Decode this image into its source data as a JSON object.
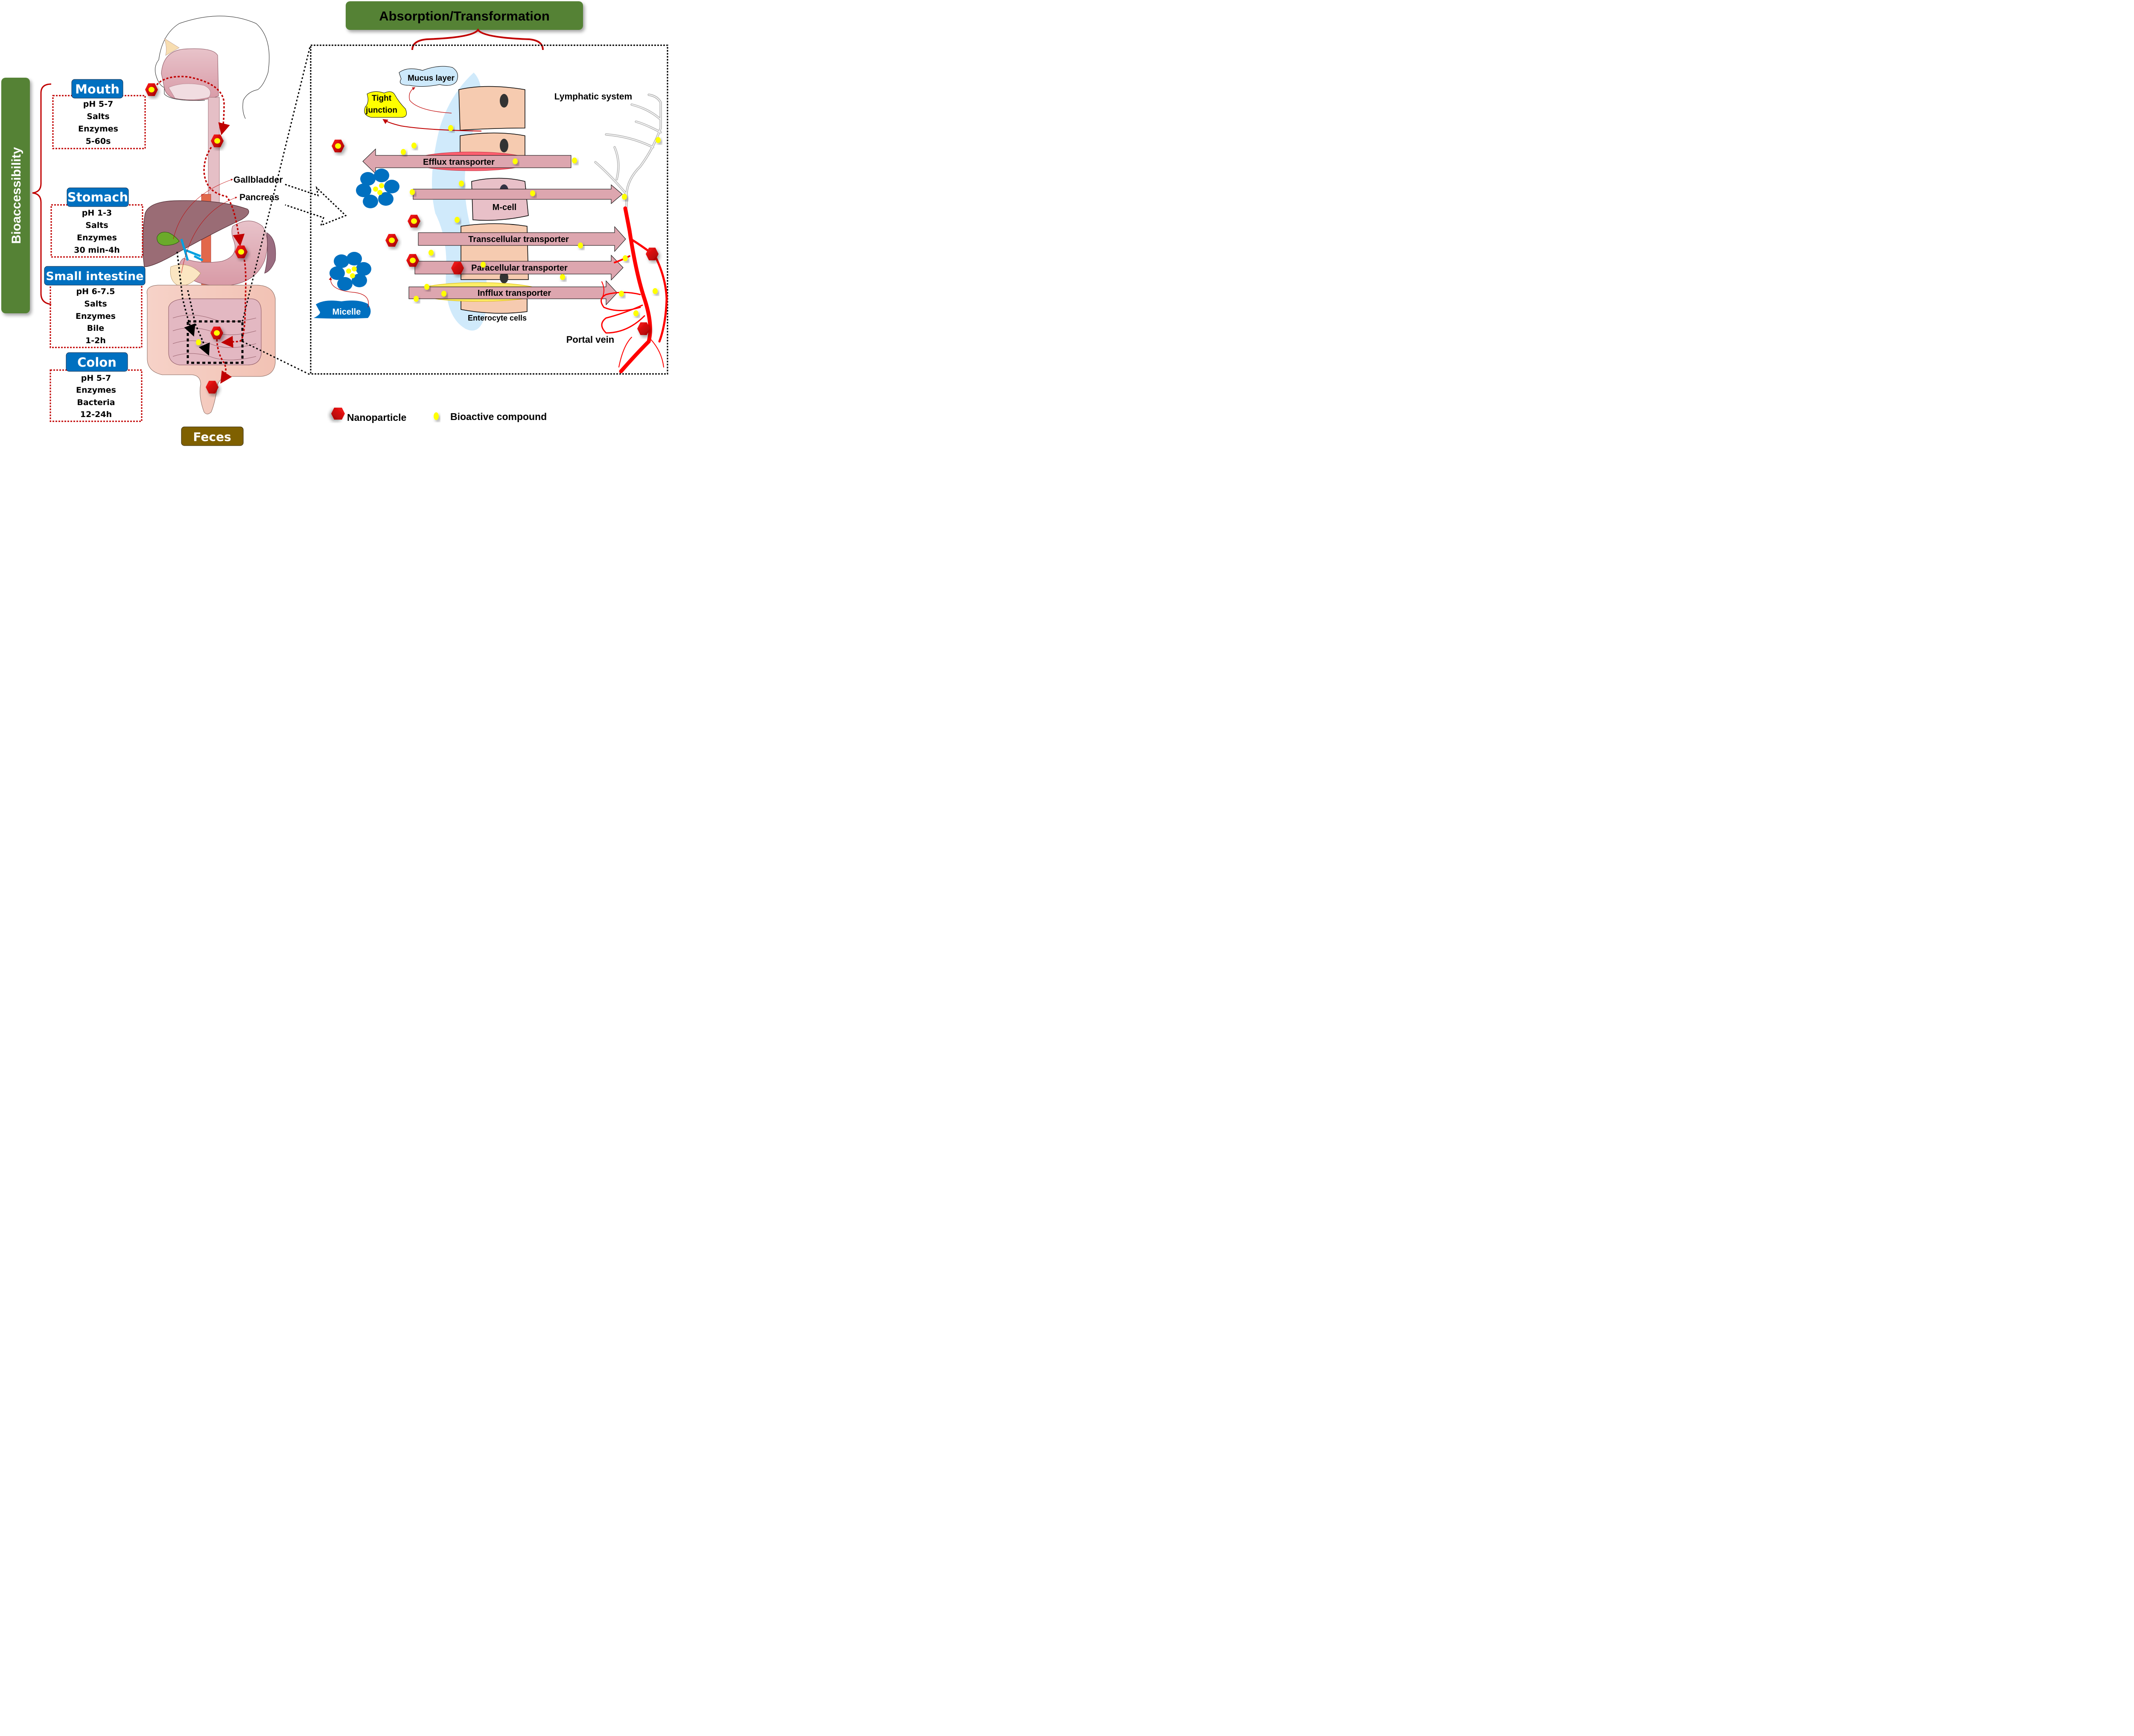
{
  "figure": {
    "left_header": "Bioaccessibility",
    "right_header": "Absorption/Transformation",
    "colors": {
      "header_green": "#548235",
      "stage_blue": "#0070C0",
      "feces_brown": "#7F6000",
      "brace_red": "#C00000",
      "arrow_pink": "#DDA6AF",
      "nanoparticle_red": "#E00000",
      "bioactive_yellow": "#FFFF00",
      "mucus_blue": "#CDE9FB",
      "tight_junction_yellow": "#FFFF00",
      "micelle_blue": "#0070C0",
      "enterocyte": "#F6CBB0",
      "vessel_red": "#FF0000"
    }
  },
  "stages": [
    {
      "name": "Mouth",
      "conditions": [
        "pH 5-7",
        "Salts",
        "Enzymes",
        "5-60s"
      ]
    },
    {
      "name": "Stomach",
      "conditions": [
        "pH 1-3",
        "Salts",
        "Enzymes",
        "30 min-4h"
      ]
    },
    {
      "name": "Small intestine",
      "conditions": [
        "pH 6-7.5",
        "Salts",
        "Enzymes",
        "Bile",
        "1-2h"
      ]
    },
    {
      "name": "Colon",
      "conditions": [
        "pH 5-7",
        "Enzymes",
        "Bacteria",
        "12-24h"
      ]
    }
  ],
  "exit": {
    "label": "Feces"
  },
  "organ_labels": {
    "gallbladder": "Gallbladder",
    "pancreas": "Pancreas"
  },
  "absorption_panel": {
    "mucus_layer": "Mucus layer",
    "tight_junction": [
      "Tight",
      "junction"
    ],
    "lymphatic_system": "Lymphatic system",
    "m_cell": "M-cell",
    "enterocyte_cells": "Enterocyte cells",
    "micelle": "Micelle",
    "portal_vein": "Portal vein",
    "transporters": [
      {
        "label": "Efflux transporter",
        "direction": "left"
      },
      {
        "label": "",
        "direction": "right",
        "target": "lymphatic"
      },
      {
        "label": "Transcellular transporter",
        "direction": "right"
      },
      {
        "label": "Paracellular transporter",
        "direction": "right"
      },
      {
        "label": "Infflux transporter",
        "direction": "right"
      }
    ]
  },
  "legend": [
    {
      "symbol": "nanoparticle-hexagon",
      "label": "Nanoparticle"
    },
    {
      "symbol": "bioactive-dot",
      "label": "Bioactive compound"
    }
  ]
}
